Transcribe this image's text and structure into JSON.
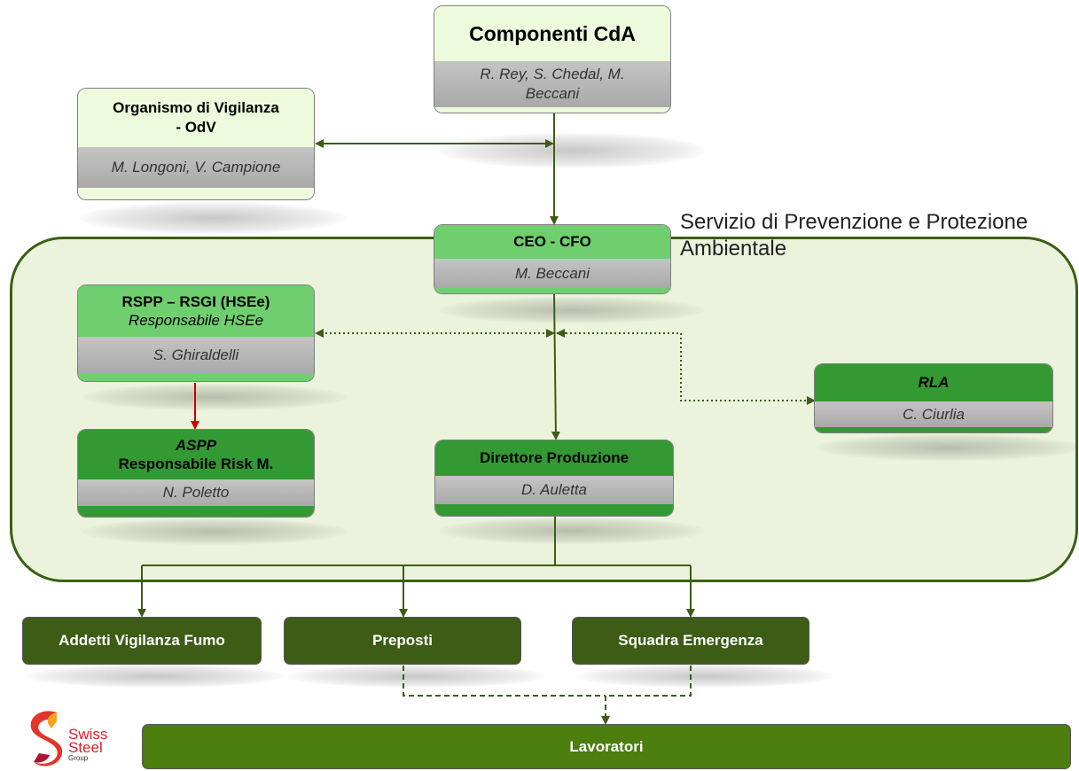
{
  "region": {
    "title_line1": "Servizio di Prevenzione e Protezione",
    "title_line2": "Ambientale"
  },
  "cda": {
    "title": "Componenti CdA",
    "names": "R. Rey, S. Chedal, M. Beccani"
  },
  "odv": {
    "title_line1": "Organismo di Vigilanza",
    "title_line2": "- OdV",
    "names": "M. Longoni, V. Campione"
  },
  "ceo": {
    "title": "CEO - CFO",
    "names": "M. Beccani"
  },
  "rspp": {
    "title": "RSPP – RSGI (HSEe)",
    "subtitle": "Responsabile HSEe",
    "names": "S. Ghiraldelli"
  },
  "rla": {
    "title": "RLA",
    "names": "C. Ciurlia"
  },
  "aspp": {
    "title": "ASPP",
    "subtitle": "Responsabile Risk M.",
    "names": "N. Poletto"
  },
  "direttore": {
    "title": "Direttore Produzione",
    "names": "D. Auletta"
  },
  "bottom": {
    "addetti": "Addetti Vigilanza Fumo",
    "preposti": "Preposti",
    "squadra": "Squadra Emergenza",
    "lavoratori": "Lavoratori"
  },
  "logo": {
    "line1": "Swiss",
    "line2": "Steel",
    "line3": "Group"
  },
  "colors": {
    "pale": "#eefadc",
    "mid": "#6fcf6f",
    "dark": "#339933",
    "bar": "#3d5c16",
    "workers": "#4c7f0e",
    "arrow": "#3d5c16",
    "red_arrow": "#cc0000",
    "region_fill": "#ebf3dd"
  }
}
